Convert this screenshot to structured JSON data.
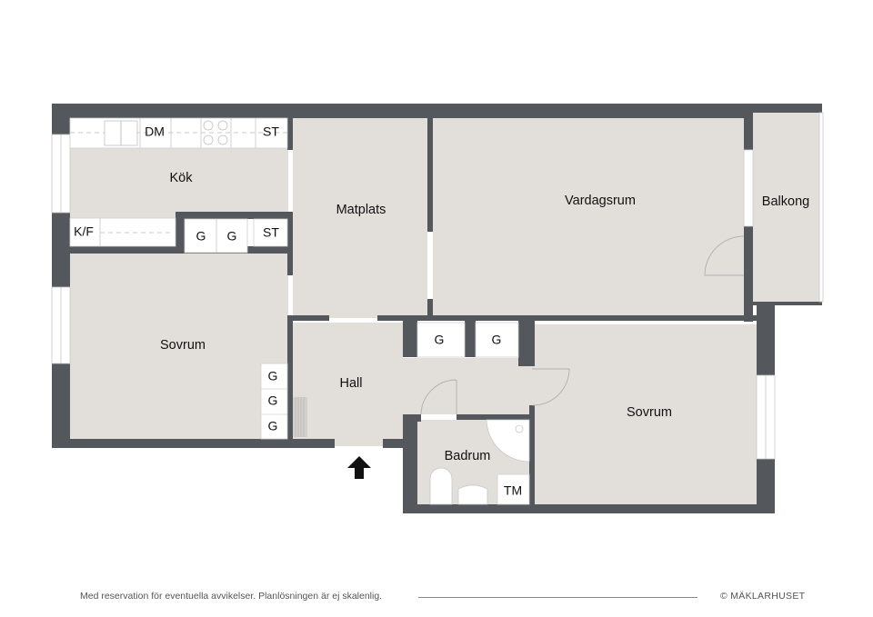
{
  "plan": {
    "rooms": {
      "kok": "Kök",
      "matplats": "Matplats",
      "vardagsrum": "Vardagsrum",
      "balkong": "Balkong",
      "sovrum_left": "Sovrum",
      "hall": "Hall",
      "badrum": "Badrum",
      "sovrum_right": "Sovrum"
    },
    "fixtures": {
      "dm": "DM",
      "st_top": "ST",
      "kf": "K/F",
      "g1": "G",
      "g2": "G",
      "st_mid": "ST",
      "g_hall_1": "G",
      "g_hall_2": "G",
      "g_sov_1": "G",
      "g_sov_2": "G",
      "g_sov_3": "G",
      "tm": "TM"
    },
    "entrance_icon": "arrow-up-icon"
  },
  "colors": {
    "wall": "#54585c",
    "floor": "#e2dfdb",
    "fixture": "#ffffff"
  },
  "footer": {
    "disclaimer": "Med reservation för eventuella avvikelser. Planlösningen är ej skalenlig.",
    "copyright_symbol": "©",
    "brand": "MÄKLARHUSET"
  }
}
